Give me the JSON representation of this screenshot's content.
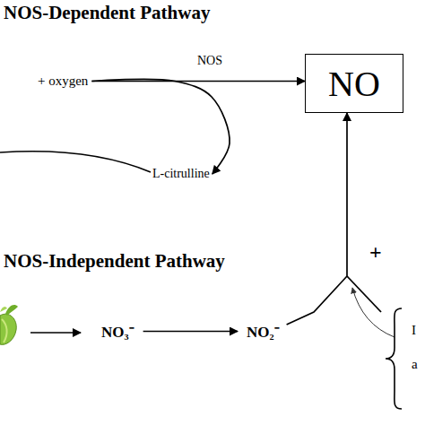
{
  "diagram": {
    "nodes": [
      {
        "text": [
          "+ oxygen"
        ]
      },
      {
        "text": [
          "NO"
        ]
      },
      {
        "text": [
          "L-citrulline"
        ]
      },
      {
        "text": [
          "NO₃⁻"
        ]
      },
      {
        "text": [
          "NO₂⁻"
        ]
      }
    ],
    "edges": [
      {
        "from": 0,
        "to": 1,
        "arrow": "to",
        "label": "NOS"
      },
      {
        "from": 0,
        "to": 2,
        "arrow": "to"
      },
      {
        "from": 3,
        "to": 4,
        "arrow": "to"
      },
      {
        "from": 4,
        "to": 1,
        "arrow": "to"
      }
    ],
    "labels": [
      "NOS-Dependent Pathway",
      "NOS-Independent Pathway",
      "+",
      "I",
      "a"
    ]
  }
}
